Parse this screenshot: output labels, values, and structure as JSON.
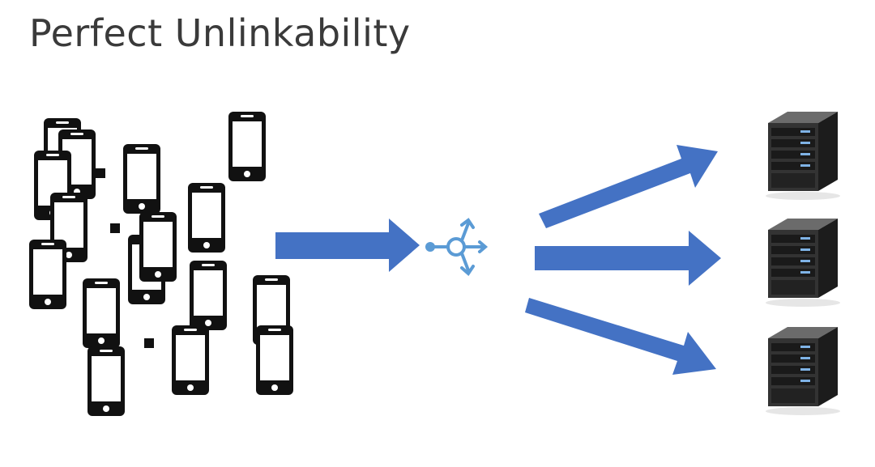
{
  "slide": {
    "title": "Perfect Unlinkability"
  },
  "diagram": {
    "phone_count": 16,
    "server_count": 3,
    "colors": {
      "arrow": "#4472c4",
      "router": "#5b9bd5",
      "phone": "#111111",
      "server_body": "#2a2a2a",
      "server_light": "#7fb3e6"
    },
    "icons": [
      "phone-icon",
      "router-icon",
      "server-icon",
      "arrow-icon"
    ]
  }
}
